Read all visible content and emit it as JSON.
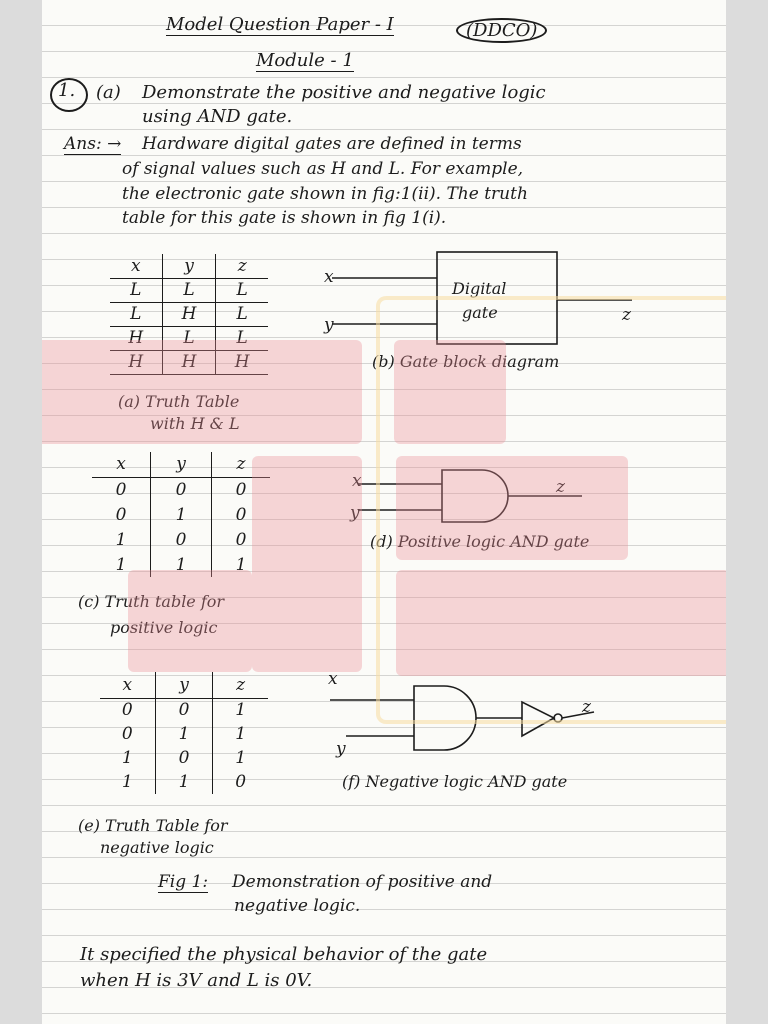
{
  "header": {
    "title": "Model Question Paper - I",
    "subject": "(DDCO)",
    "module": "Module - 1"
  },
  "question": {
    "number": "1.",
    "part": "(a)",
    "line1": "Demonstrate the positive and negative logic",
    "line2": "using AND gate."
  },
  "answer": {
    "label": "Ans: →",
    "lines": [
      "Hardware digital gates are defined in terms",
      "of signal values such as H and L. For example,",
      "the electronic gate shown in fig:1(ii). The truth",
      "table for this gate is shown in fig 1(i)."
    ]
  },
  "table_a": {
    "headers": [
      "x",
      "y",
      "z"
    ],
    "rows": [
      [
        "L",
        "L",
        "L"
      ],
      [
        "L",
        "H",
        "L"
      ],
      [
        "H",
        "L",
        "L"
      ],
      [
        "H",
        "H",
        "H"
      ]
    ],
    "caption_line1": "(a) Truth Table",
    "caption_line2": "with H & L"
  },
  "diagram_b": {
    "input_x": "x",
    "input_y": "y",
    "box_line1": "Digital",
    "box_line2": "gate",
    "output": "z",
    "caption": "(b) Gate block diagram"
  },
  "table_c": {
    "headers": [
      "x",
      "y",
      "z"
    ],
    "rows": [
      [
        "0",
        "0",
        "0"
      ],
      [
        "0",
        "1",
        "0"
      ],
      [
        "1",
        "0",
        "0"
      ],
      [
        "1",
        "1",
        "1"
      ]
    ],
    "caption_line1": "(c) Truth table for",
    "caption_line2": "positive logic"
  },
  "diagram_d": {
    "input_x": "x",
    "input_y": "y",
    "output": "z",
    "caption": "(d) Positive logic AND gate"
  },
  "table_e": {
    "headers": [
      "x",
      "y",
      "z"
    ],
    "rows": [
      [
        "0",
        "0",
        "1"
      ],
      [
        "0",
        "1",
        "1"
      ],
      [
        "1",
        "0",
        "1"
      ],
      [
        "1",
        "1",
        "0"
      ]
    ],
    "caption_line1": "(e) Truth Table for",
    "caption_line2": "negative logic"
  },
  "diagram_f": {
    "input_x": "x",
    "input_y": "y",
    "output": "z",
    "caption": "(f) Negative logic AND gate"
  },
  "figure": {
    "label": "Fig 1:",
    "caption_line1": "Demonstration of positive and",
    "caption_line2": "negative logic."
  },
  "conclusion": {
    "line1": "It specified the physical behavior of the gate",
    "line2": "when H is 3V and L is 0V."
  },
  "colors": {
    "ink": "#1c1c1c",
    "paper": "#fbfbf8",
    "rule": "#d4d4d2",
    "highlight_pink": "#ec8c96",
    "highlight_yellow": "#f7dca0"
  }
}
